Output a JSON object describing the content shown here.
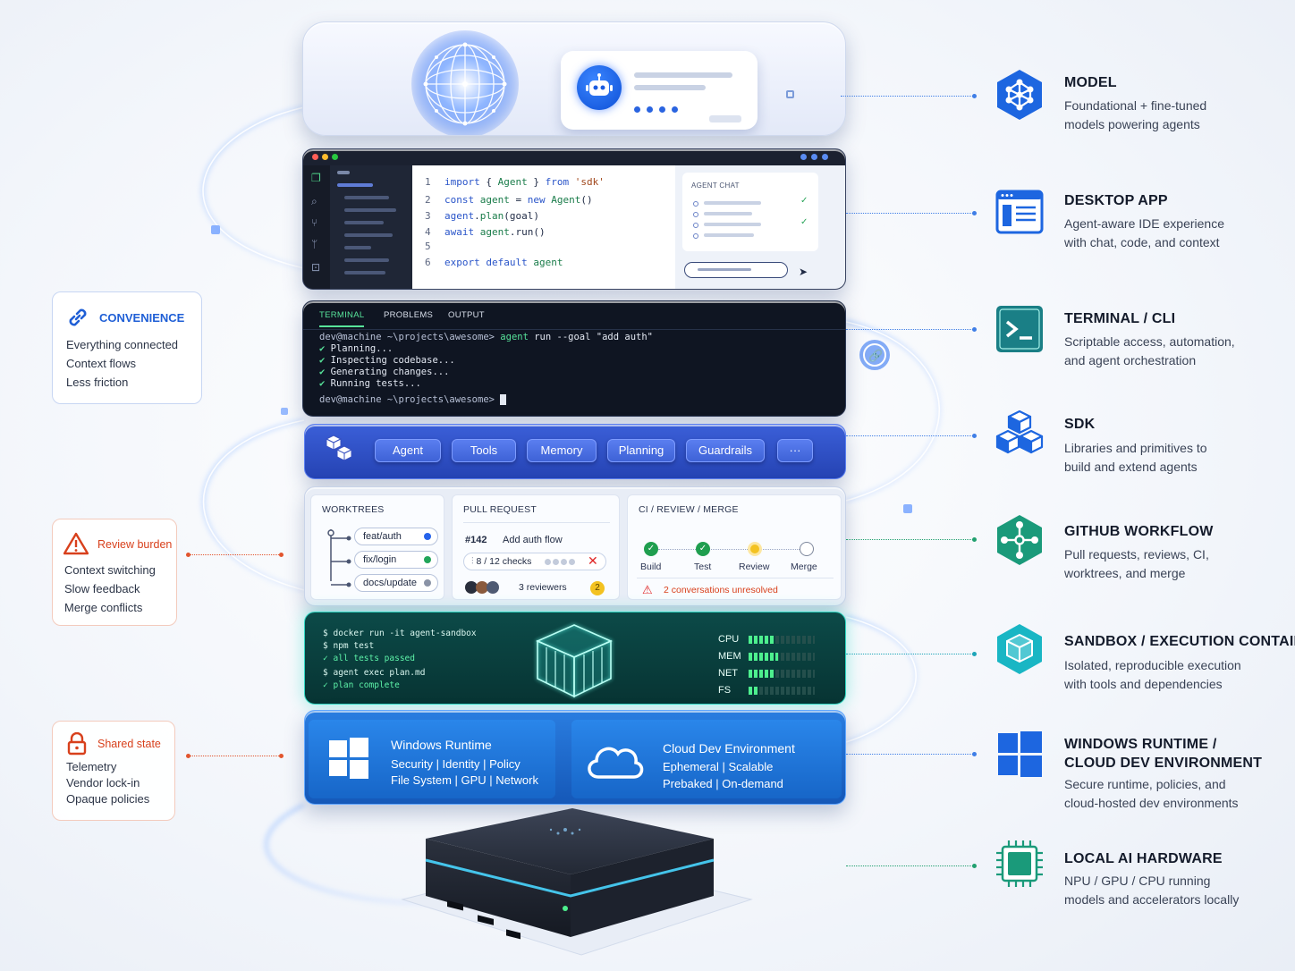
{
  "model_layer": {
    "chat_dots": 4
  },
  "ide": {
    "code": [
      {
        "n": "1",
        "text": "import { Agent } from 'sdk'"
      },
      {
        "n": "2",
        "text": "const agent = new Agent()"
      },
      {
        "n": "3",
        "text": "agent.plan(goal)"
      },
      {
        "n": "4",
        "text": "await agent.run()"
      },
      {
        "n": "5",
        "text": ""
      },
      {
        "n": "6",
        "text": "export default agent"
      }
    ],
    "chat_title": "AGENT CHAT"
  },
  "terminal": {
    "tabs": [
      "TERMINAL",
      "PROBLEMS",
      "OUTPUT"
    ],
    "prompt": "dev@machine ~\\projects\\awesome>",
    "command_keyword": "agent",
    "command_rest": " run --goal \"add auth\"",
    "steps": [
      "Planning...",
      "Inspecting codebase...",
      "Generating changes...",
      "Running tests..."
    ],
    "final_prompt": "dev@machine ~\\projects\\awesome>"
  },
  "sdk": {
    "pills": [
      "Agent",
      "Tools",
      "Memory",
      "Planning",
      "Guardrails",
      "···"
    ]
  },
  "github": {
    "worktrees_title": "WORKTREES",
    "branches": [
      {
        "name": "feat/auth",
        "color": "#2563eb"
      },
      {
        "name": "fix/login",
        "color": "#22a559"
      },
      {
        "name": "docs/update",
        "color": "#8a93a6"
      }
    ],
    "pr_title": "PULL REQUEST",
    "pr_number": "#142",
    "pr_name": "Add auth flow",
    "checks": "8 / 12 checks",
    "reviewers": "3 reviewers",
    "reviewer_badge": "2",
    "ci_title": "CI / REVIEW / MERGE",
    "stages": [
      {
        "label": "Build",
        "state": "done"
      },
      {
        "label": "Test",
        "state": "done"
      },
      {
        "label": "Review",
        "state": "pending"
      },
      {
        "label": "Merge",
        "state": "todo"
      }
    ],
    "warning": "2 conversations unresolved"
  },
  "sandbox": {
    "lines": [
      {
        "prefix": "$",
        "text": "docker run -it agent-sandbox",
        "ok": false
      },
      {
        "prefix": "$",
        "text": "npm test",
        "ok": false
      },
      {
        "prefix": "✓",
        "text": "all tests passed",
        "ok": true
      },
      {
        "prefix": "$",
        "text": "agent exec plan.md",
        "ok": false
      },
      {
        "prefix": "✓",
        "text": "plan complete",
        "ok": true
      }
    ],
    "meters": [
      {
        "label": "CPU",
        "level": 0.4
      },
      {
        "label": "MEM",
        "level": 0.45
      },
      {
        "label": "NET",
        "level": 0.38
      },
      {
        "label": "FS",
        "level": 0.15
      }
    ]
  },
  "runtime": {
    "left_title": "Windows Runtime",
    "left_line1": "Security | Identity | Policy",
    "left_line2": "File System | GPU | Network",
    "right_title": "Cloud Dev Environment",
    "right_line1": "Ephemeral | Scalable",
    "right_line2": "Prebaked | On-demand"
  },
  "legend": [
    {
      "title": "MODEL",
      "lines": [
        "Foundational + fine-tuned",
        "models powering agents"
      ],
      "icon": "model-network-icon"
    },
    {
      "title": "DESKTOP APP",
      "lines": [
        "Agent-aware IDE experience",
        "with chat, code, and context"
      ],
      "icon": "desktop-app-icon"
    },
    {
      "title": "TERMINAL / CLI",
      "lines": [
        "Scriptable access, automation,",
        "and agent orchestration"
      ],
      "icon": "terminal-icon"
    },
    {
      "title": "SDK",
      "lines": [
        "Libraries and primitives to",
        "build and extend agents"
      ],
      "icon": "sdk-cubes-icon"
    },
    {
      "title": "GITHUB WORKFLOW",
      "lines": [
        "Pull requests, reviews, CI,",
        "worktrees, and merge"
      ],
      "icon": "github-workflow-icon"
    },
    {
      "title": "SANDBOX / EXECUTION CONTAINER",
      "lines": [
        "Isolated, reproducible execution",
        "with tools and dependencies"
      ],
      "icon": "sandbox-cube-icon"
    },
    {
      "title": "WINDOWS RUNTIME /",
      "title2": "CLOUD DEV ENVIRONMENT",
      "lines": [
        "Secure runtime, policies, and",
        "cloud-hosted dev environments"
      ],
      "icon": "windows-logo-icon"
    },
    {
      "title": "LOCAL AI HARDWARE",
      "lines": [
        "NPU / GPU / CPU running",
        "models and accelerators locally"
      ],
      "icon": "chip-icon"
    }
  ],
  "callouts": {
    "convenience": {
      "title": "CONVENIENCE",
      "items": [
        "Everything connected",
        "Context flows",
        "Less friction"
      ],
      "color": "#1f5fd6"
    },
    "review": {
      "title": "Review burden",
      "items": [
        "Context switching",
        "Slow feedback",
        "Merge conflicts"
      ],
      "color": "#d8401c"
    },
    "shared": {
      "title": "Shared state",
      "items": [
        "Telemetry",
        "Vendor lock-in",
        "Opaque policies"
      ],
      "color": "#d8401c"
    }
  }
}
